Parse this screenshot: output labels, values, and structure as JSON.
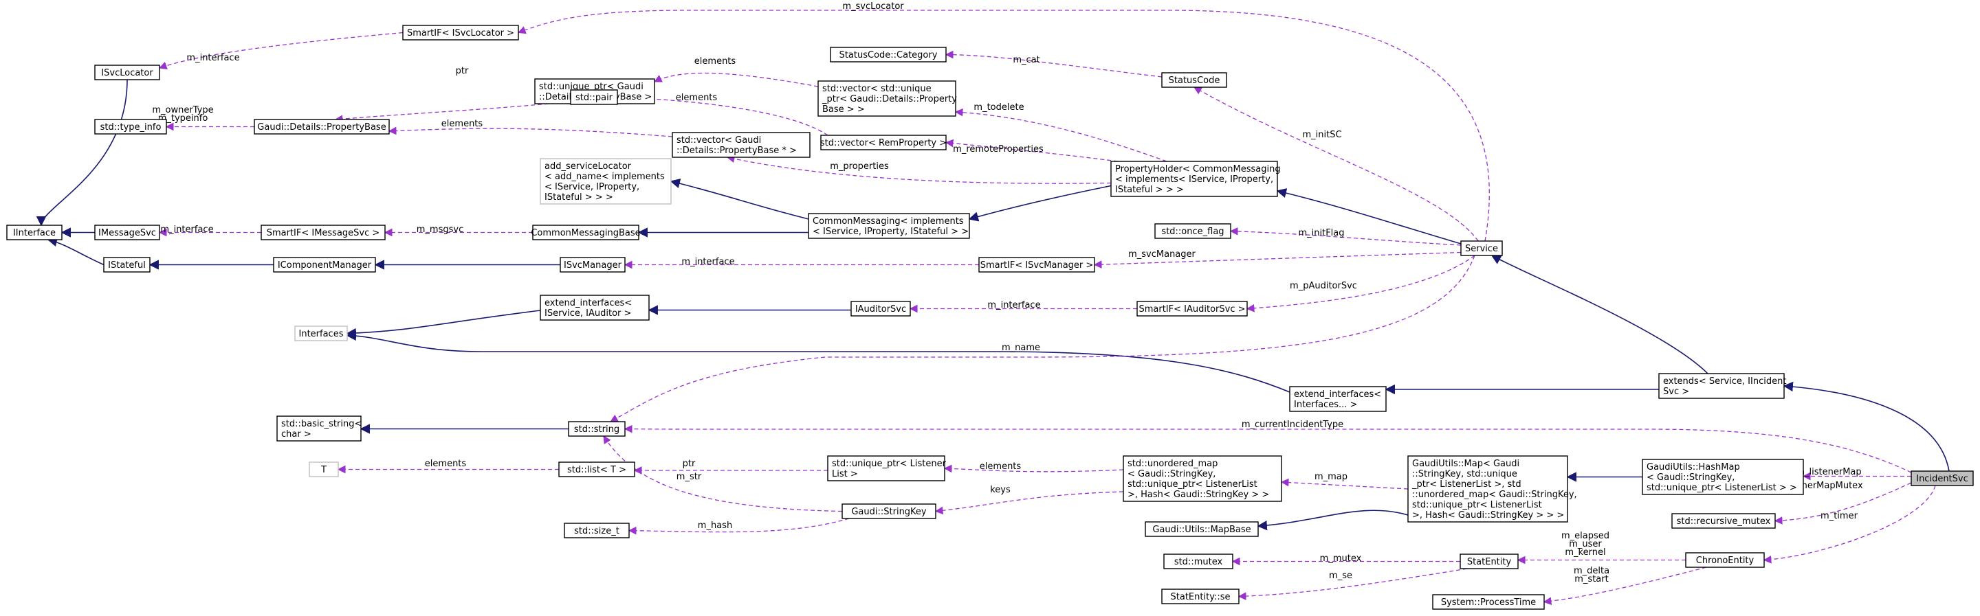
{
  "nodes": {
    "ISvcLocator": "ISvcLocator",
    "std_type_info": "std::type_info",
    "IInterface": "IInterface",
    "IMessageSvc": "IMessageSvc",
    "IStateful": "IStateful",
    "SmartIF_ISvcLocator": "SmartIF< ISvcLocator >",
    "unique_ptr_PropertyBase": [
      "std::unique_ptr< Gaudi",
      "::Details::PropertyBase >"
    ],
    "Gaudi_Details_PropertyBase": "Gaudi::Details::PropertyBase",
    "std_pair": "std::pair",
    "StatusCode_Category": "StatusCode::Category",
    "vector_unique_ptr": [
      "std::vector< std::unique",
      "_ptr< Gaudi::Details::Property",
      "Base > >"
    ],
    "StatusCode": "StatusCode",
    "vector_PropertyBase_ptr": [
      "std::vector< Gaudi",
      "::Details::PropertyBase * >"
    ],
    "vector_RemProperty": "std::vector< RemProperty >",
    "add_serviceLocator": [
      "add_serviceLocator",
      "< add_name< implements",
      "< IService, IProperty,",
      "IStateful > > >"
    ],
    "PropertyHolder": [
      "PropertyHolder< CommonMessaging",
      "< implements< IService, IProperty,",
      "IStateful > > >"
    ],
    "SmartIF_IMessageSvc": "SmartIF< IMessageSvc >",
    "CommonMessagingBase": "CommonMessagingBase",
    "CommonMessaging": [
      "CommonMessaging< implements",
      "< IService, IProperty, IStateful > >"
    ],
    "std_once_flag": "std::once_flag",
    "IComponentManager": "IComponentManager",
    "ISvcManager": "ISvcManager",
    "SmartIF_ISvcManager": "SmartIF< ISvcManager >",
    "Service": "Service",
    "extend_interfaces_IService_IAuditor": [
      "extend_interfaces<",
      "IService, IAuditor >"
    ],
    "IAuditorSvc": "IAuditorSvc",
    "SmartIF_IAuditorSvc": "SmartIF< IAuditorSvc >",
    "Interfaces": "Interfaces",
    "extend_interfaces_Interfaces": [
      "extend_interfaces<",
      "Interfaces... >"
    ],
    "extends_Service_IIncidentSvc": [
      "extends< Service, IIncident",
      "Svc >"
    ],
    "basic_string": [
      "std::basic_string<",
      "char >"
    ],
    "std_string": "std::string",
    "T": "T",
    "std_list_T": "std::list< T >",
    "unique_ptr_ListenerList": [
      "std::unique_ptr< Listener",
      "List >"
    ],
    "Gaudi_StringKey": "Gaudi::StringKey",
    "std_size_t": "std::size_t",
    "unordered_map": [
      "std::unordered_map",
      "< Gaudi::StringKey,",
      "std::unique_ptr< ListenerList",
      ">, Hash< Gaudi::StringKey > >"
    ],
    "Gaudi_Utils_MapBase": "Gaudi::Utils::MapBase",
    "GaudiUtils_Map": [
      "GaudiUtils::Map< Gaudi",
      "::StringKey, std::unique",
      "_ptr< ListenerList >, std",
      "::unordered_map< Gaudi::StringKey,",
      "std::unique_ptr< ListenerList",
      ">, Hash< Gaudi::StringKey > > >"
    ],
    "GaudiUtils_HashMap": [
      "GaudiUtils::HashMap",
      "< Gaudi::StringKey,",
      "std::unique_ptr< ListenerList > >"
    ],
    "IncidentSvc": "IncidentSvc",
    "std_recursive_mutex": "std::recursive_mutex",
    "std_mutex": "std::mutex",
    "StatEntity": "StatEntity",
    "StatEntity_se": "StatEntity::se",
    "ChronoEntity": "ChronoEntity",
    "System_ProcessTime": "System::ProcessTime"
  },
  "edge_labels": {
    "m_svcLocator": "m_svcLocator",
    "m_interface_svclocator": "m_interface",
    "ptr_propbase": "ptr",
    "elements_uptr": "elements",
    "m_cat": "m_cat",
    "m_ownerType": "m_ownerType",
    "m_typeinfo": "m_typeinfo",
    "elements_pair": "elements",
    "m_todelete": "m_todelete",
    "elements_vecptr": "elements",
    "m_initSC": "m_initSC",
    "m_remoteProperties": "m_remoteProperties",
    "m_properties": "m_properties",
    "m_interface_msgsvc": "m_interface",
    "m_msgsvc": "m_msgsvc",
    "m_initFlag": "m_initFlag",
    "m_interface_svcmgr": "m_interface",
    "m_svcManager": "m_svcManager",
    "m_interface_auditor": "m_interface",
    "m_pAuditorSvc": "m_pAuditorSvc",
    "m_name": "m_name",
    "m_currentIncidentType": "m_currentIncidentType",
    "elements_list": "elements",
    "ptr_list": "ptr",
    "m_str": "m_str",
    "elements_listenerlist": "elements",
    "keys": "keys",
    "m_map": "m_map",
    "m_hash": "m_hash",
    "m_listenerMap": "m_listenerMap",
    "m_listenerMapMutex": "m_listenerMapMutex",
    "m_timer": "m_timer",
    "m_elapsed": "m_elapsed",
    "m_user": "m_user",
    "m_kernel": "m_kernel",
    "m_mutex": "m_mutex",
    "m_se": "m_se",
    "m_delta": "m_delta",
    "m_start": "m_start"
  },
  "colors": {
    "inheritance": "#191970",
    "usage": "#9a32cd",
    "highlighted_node_fill": "#bfbfbf",
    "missing_node_border": "#bfbfbf"
  }
}
